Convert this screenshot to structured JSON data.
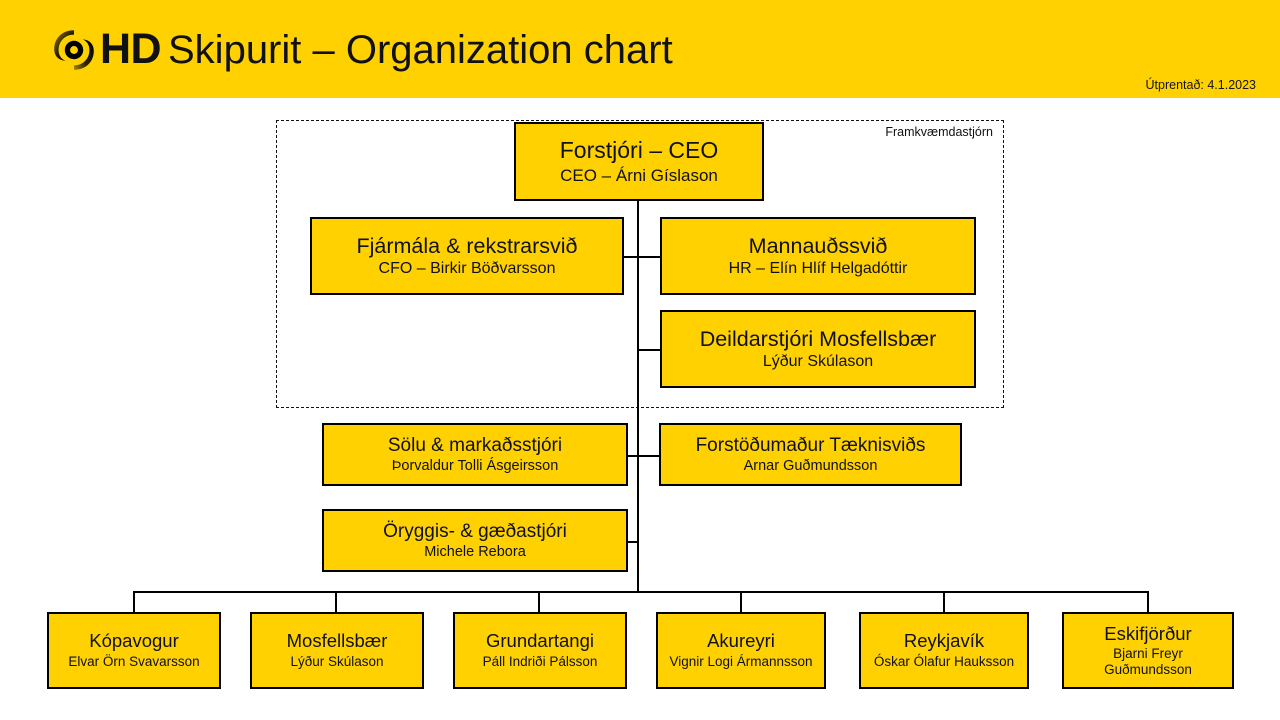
{
  "header": {
    "logo_text": "HD",
    "logo_icon": "hd-spiral-logo",
    "title": "Skipurit – Organization chart",
    "print_date": "Útprentað: 4.1.2023",
    "background_color": "#FFD100"
  },
  "chart": {
    "group_label": "Framkvæmdastjórn",
    "node_fill_color": "#FFD100",
    "node_border_color": "#000000",
    "ceo": {
      "title": "Forstjóri – CEO",
      "person": "CEO – Árni Gíslason"
    },
    "executives": [
      {
        "title": "Fjármála & rekstrarsvið",
        "person": "CFO – Birkir Böðvarsson"
      },
      {
        "title": "Mannauðssvið",
        "person": "HR – Elín Hlíf Helgadóttir"
      },
      {
        "title": "Deildarstjóri Mosfellsbær",
        "person": "Lýður Skúlason"
      }
    ],
    "managers": [
      {
        "title": "Sölu & markaðsstjóri",
        "person": "Þorvaldur Tolli Ásgeirsson"
      },
      {
        "title": "Forstöðumaður Tæknisviðs",
        "person": "Arnar Guðmundsson"
      },
      {
        "title": "Öryggis- & gæðastjóri",
        "person": "Michele Rebora"
      }
    ],
    "sites": [
      {
        "title": "Kópavogur",
        "person": "Elvar Örn Svavarsson"
      },
      {
        "title": "Mosfellsbær",
        "person": "Lýður Skúlason"
      },
      {
        "title": "Grundartangi",
        "person": "Páll Indriði Pálsson"
      },
      {
        "title": "Akureyri",
        "person": "Vignir Logi Ármannsson"
      },
      {
        "title": "Reykjavík",
        "person": "Óskar Ólafur Hauksson"
      },
      {
        "title": "Eskifjörður",
        "person": "Bjarni Freyr Guðmundsson"
      }
    ]
  }
}
